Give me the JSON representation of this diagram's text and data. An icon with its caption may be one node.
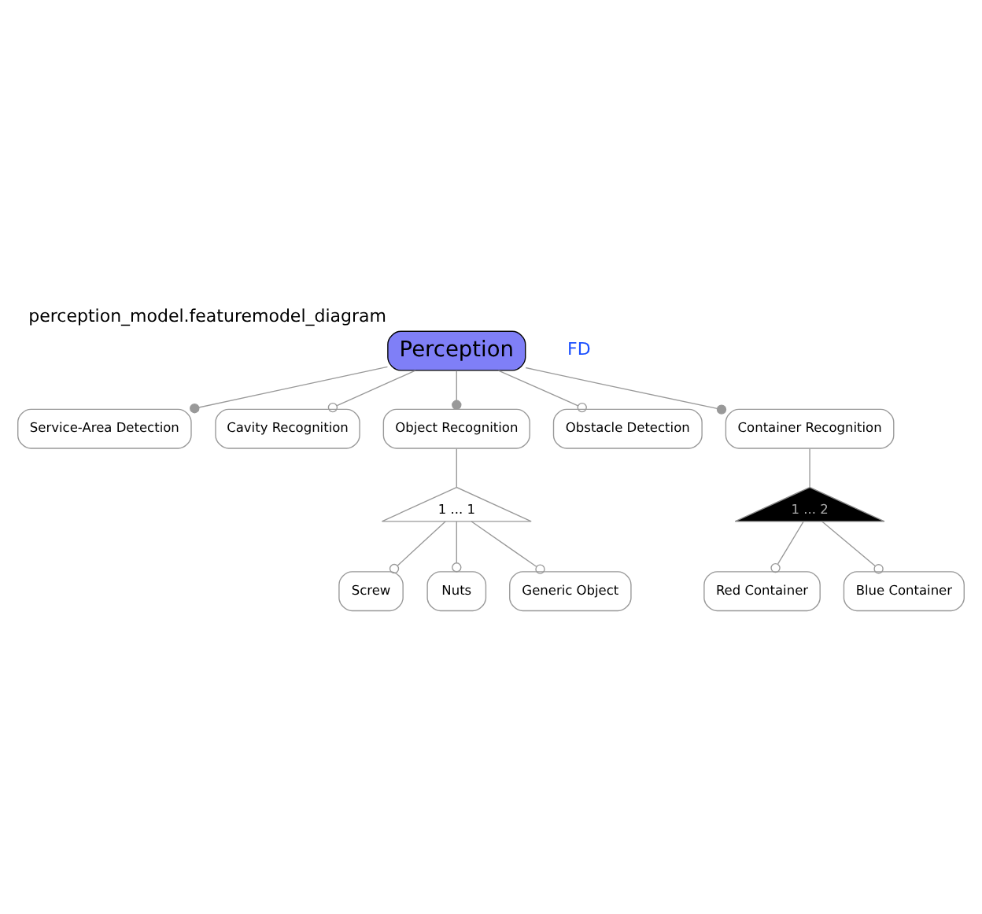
{
  "diagram": {
    "title": "perception_model.featuremodel_diagram",
    "nodes": [
      {
        "text": [
          "Perception"
        ]
      },
      {
        "text": [
          "Service-Area Detection"
        ]
      },
      {
        "text": [
          "Cavity Recognition"
        ]
      },
      {
        "text": [
          "Object Recognition"
        ]
      },
      {
        "text": [
          "Obstacle Detection"
        ]
      },
      {
        "text": [
          "Container Recognition"
        ]
      },
      {
        "text": [
          "1 ... 2"
        ]
      },
      {
        "text": [
          "Red Container"
        ]
      },
      {
        "text": [
          "Blue Container"
        ]
      },
      {
        "text": [
          "1 ... 1"
        ]
      },
      {
        "text": [
          "Screw"
        ]
      },
      {
        "text": [
          "Nuts"
        ]
      },
      {
        "text": [
          "Generic Object"
        ]
      }
    ],
    "edges": [
      {
        "from": 0,
        "to": 1,
        "arrow": "other"
      },
      {
        "from": 0,
        "to": 2,
        "arrow": "other"
      },
      {
        "from": 0,
        "to": 3,
        "arrow": "other"
      },
      {
        "from": 0,
        "to": 4,
        "arrow": "other"
      },
      {
        "from": 0,
        "to": 5,
        "arrow": "other"
      },
      {
        "from": 5,
        "to": 6,
        "arrow": "none"
      },
      {
        "from": 6,
        "to": 7,
        "arrow": "other"
      },
      {
        "from": 6,
        "to": 8,
        "arrow": "other"
      },
      {
        "from": 3,
        "to": 9,
        "arrow": "none"
      },
      {
        "from": 9,
        "to": 10,
        "arrow": "other"
      },
      {
        "from": 9,
        "to": 12,
        "arrow": "other"
      },
      {
        "from": 9,
        "to": 11,
        "arrow": "other"
      }
    ],
    "labels": [
      "FD"
    ]
  }
}
